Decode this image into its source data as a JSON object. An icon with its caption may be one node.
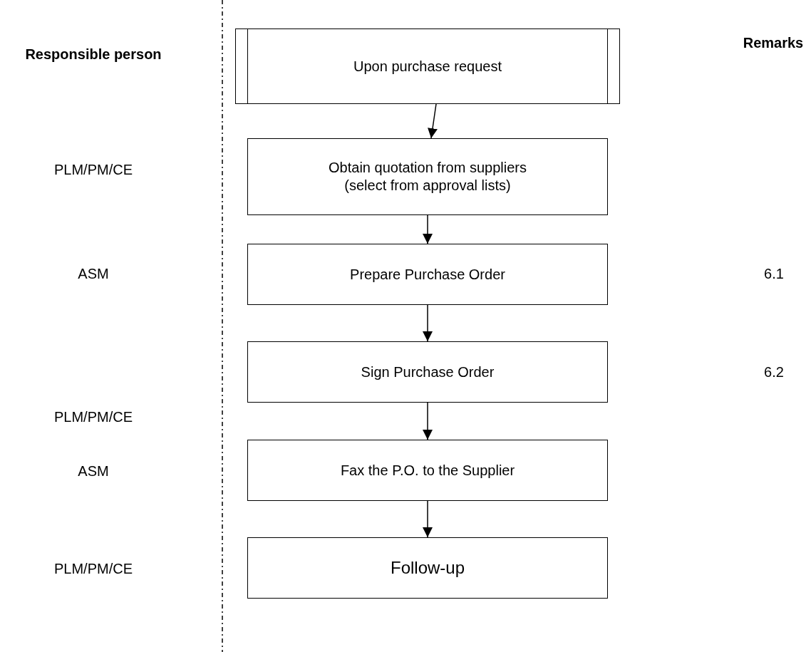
{
  "diagram": {
    "nodes": [
      {
        "text": [
          "Upon purchase request"
        ]
      },
      {
        "text": [
          "Obtain quotation from suppliers (select from approval lists)"
        ]
      },
      {
        "text": [
          "Prepare Purchase Order"
        ]
      },
      {
        "text": [
          "Sign Purchase Order"
        ]
      },
      {
        "text": [
          "Fax the P.O. to the Supplier"
        ]
      },
      {
        "text": [
          "Follow-up"
        ]
      }
    ],
    "edges": [
      {
        "from": 0,
        "to": 1,
        "arrow": "to"
      },
      {
        "from": 1,
        "to": 2,
        "arrow": "to"
      },
      {
        "from": 2,
        "to": 3,
        "arrow": "to"
      },
      {
        "from": 3,
        "to": 4,
        "arrow": "to"
      },
      {
        "from": 4,
        "to": 5,
        "arrow": "to"
      }
    ],
    "labels": [
      "Responsible person",
      "Remarks",
      "PLM/PM/CE",
      "ASM",
      "6.1",
      "6.2",
      "PLM/PM/CE",
      "ASM",
      "PLM/PM/CE"
    ]
  }
}
